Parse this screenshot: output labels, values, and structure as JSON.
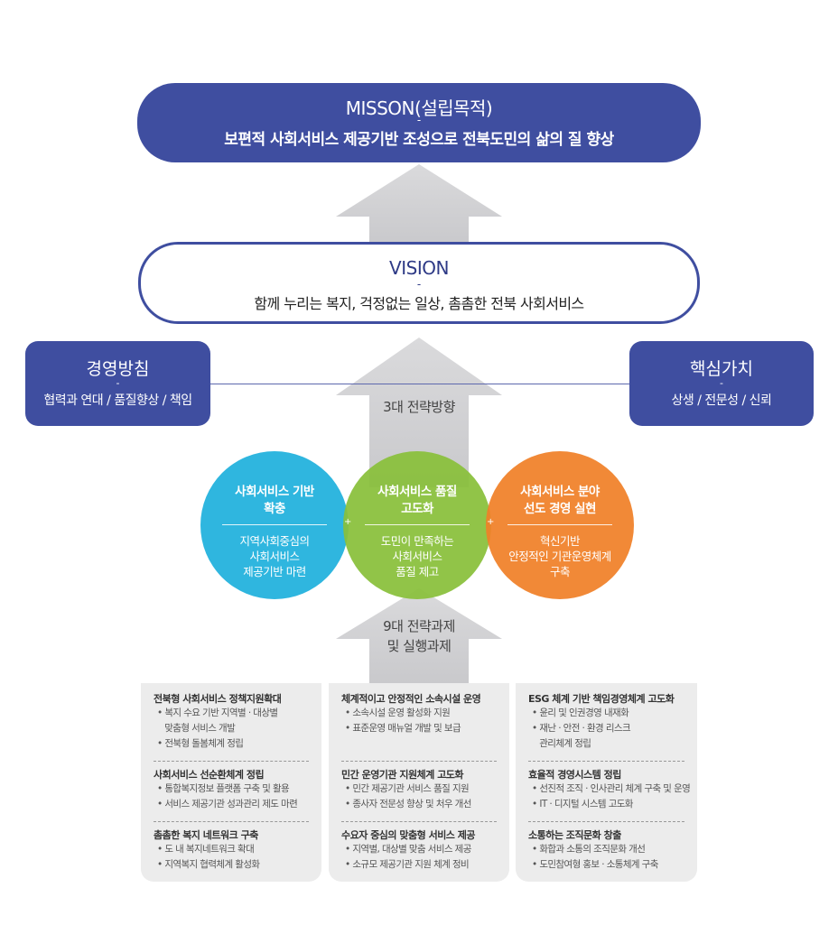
{
  "mission": {
    "title": "MISSON(설립목적)",
    "dash": "-",
    "text": "보편적 사회서비스 제공기반 조성으로 전북도민의 삶의 질 향상"
  },
  "vision": {
    "title": "VISION",
    "dash": "-",
    "text": "함께 누리는 복지, 걱정없는 일상, 촘촘한 전북 사회서비스"
  },
  "policy": {
    "title": "경영방침",
    "dash": "-",
    "text": "협력과 연대 / 품질향상 / 책임"
  },
  "values": {
    "title": "핵심가치",
    "dash": "-",
    "text": "상생 / 전문성 / 신뢰"
  },
  "strategy_label": "3대 전략방향",
  "tasks_label": [
    "9대 전략과제",
    "및 실행과제"
  ],
  "circles": [
    {
      "title": [
        "사회서비스 기반",
        "확충"
      ],
      "desc": [
        "지역사회중심의",
        "사회서비스",
        "제공기반 마련"
      ]
    },
    {
      "title": [
        "사회서비스 품질",
        "고도화"
      ],
      "desc": [
        "도민이 만족하는",
        "사회서비스",
        "품질 제고"
      ]
    },
    {
      "title": [
        "사회서비스 분야",
        "선도 경영 실현"
      ],
      "desc": [
        "혁신기반",
        "안정적인 기관운영체계",
        "구축"
      ]
    }
  ],
  "plus": "+",
  "panels": [
    [
      {
        "title": "전북형 사회서비스 정책지원확대",
        "items": [
          "• 복지 수요 기반 지역별 · 대상별",
          "   맞춤형 서비스 개발",
          "• 전북형 돌봄체계 정립"
        ]
      },
      {
        "title": "사회서비스 선순환체계 정립",
        "items": [
          "• 통합복지정보 플랫폼 구축 및 활용",
          "• 서비스 제공기관 성과관리 제도 마련"
        ]
      },
      {
        "title": "촘촘한 복지 네트워크 구축",
        "items": [
          "• 도 내 복지네트워크 확대",
          "• 지역복지 협력체계 활성화"
        ]
      }
    ],
    [
      {
        "title": "체계적이고 안정적인 소속시설 운영",
        "items": [
          "• 소속시설 운영 활성화 지원",
          "• 표준운영 매뉴얼 개발 및 보급"
        ]
      },
      {
        "title": "민간 운영기관 지원체계 고도화",
        "items": [
          "• 민간 제공기관 서비스 품질 지원",
          "• 종사자 전문성 향상 및 처우 개선"
        ]
      },
      {
        "title": "수요자 중심의 맞춤형 서비스 제공",
        "items": [
          "• 지역별, 대상별 맞춤 서비스 제공",
          "• 소규모 제공기관 지원 체계 정비"
        ]
      }
    ],
    [
      {
        "title": "ESG 체계 기반 책임경영체계 고도화",
        "items": [
          "• 윤리 및 인권경영 내재화",
          "• 재난 · 안전 · 환경 리스크",
          "   관리체계 정립"
        ]
      },
      {
        "title": "효율적 경영시스템 정립",
        "items": [
          "• 선진적 조직 · 인사관리 체계 구축 및 운영",
          "• IT · 디지털 시스템 고도화"
        ]
      },
      {
        "title": "소통하는 조직문화 창출",
        "items": [
          "• 화합과 소통의 조직문화 개선",
          "• 도민참여형 홍보 · 소통체계 구축"
        ]
      }
    ]
  ],
  "colors": {
    "navy": "#3f4ea0",
    "cyan": "#2fb6df",
    "green": "#89bf3a",
    "orange": "#f08028",
    "arrow": "#d4d4d6",
    "panel": "#ececec"
  }
}
